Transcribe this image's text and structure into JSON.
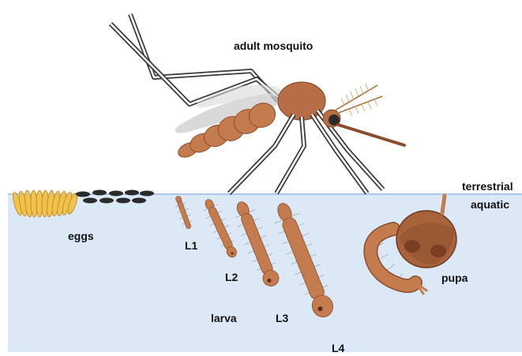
{
  "labels": {
    "adult": "adult mosquito",
    "terrestrial": "terrestrial",
    "aquatic": "aquatic",
    "eggs": "eggs",
    "l1": "L1",
    "l2": "L2",
    "l3": "L3",
    "l4": "L4",
    "larva": "larva",
    "pupa": "pupa"
  },
  "colors": {
    "water": "#dbe9f7",
    "water_line": "#a9c7e8",
    "body": "#c47c4f",
    "body_dark": "#8c4d2c",
    "leg": "#3a3a3a",
    "egg_yellow": "#f0c24a",
    "egg_black": "#2b2b2b",
    "wing": "#c9c9c9",
    "bristle": "#9a9a9a"
  }
}
